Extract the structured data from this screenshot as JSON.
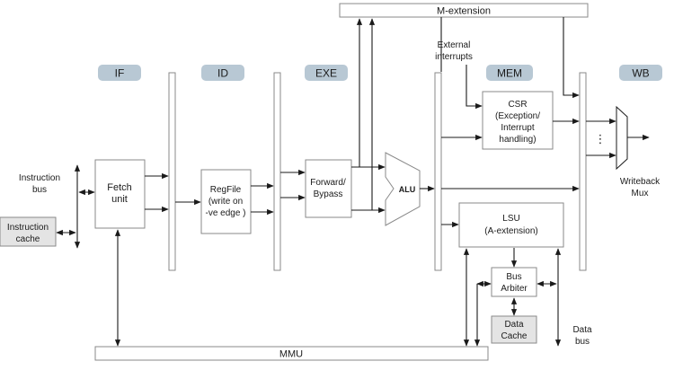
{
  "stages": {
    "if": "IF",
    "id": "ID",
    "exe": "EXE",
    "mem": "MEM",
    "wb": "WB"
  },
  "blocks": {
    "m_extension": "M-extension",
    "mmu": "MMU",
    "fetch_unit": [
      "Fetch",
      "unit"
    ],
    "regfile": [
      "RegFile",
      "(write on",
      "-ve edge )"
    ],
    "forward_bypass": [
      "Forward/",
      "Bypass"
    ],
    "alu": "ALU",
    "csr": [
      "CSR",
      "(Exception/",
      "Interrupt",
      "handling)"
    ],
    "lsu": [
      "LSU",
      "(A-extension)"
    ],
    "bus_arbiter": [
      "Bus",
      "Arbiter"
    ],
    "data_cache": [
      "Data",
      "Cache"
    ],
    "instruction_cache": [
      "Instruction",
      "cache"
    ],
    "writeback_mux_dots": "⋮"
  },
  "labels": {
    "instruction_bus": [
      "Instruction",
      "bus"
    ],
    "external_interrupts": [
      "External",
      "interrupts"
    ],
    "writeback_mux": [
      "Writeback",
      "Mux"
    ],
    "data_bus": [
      "Data",
      "bus"
    ]
  },
  "colors": {
    "stage_pill": "#b8c8d4",
    "cache_fill": "#e4e4e4",
    "stroke": "#1a1a1a",
    "block_stroke": "#8a8a8a"
  }
}
